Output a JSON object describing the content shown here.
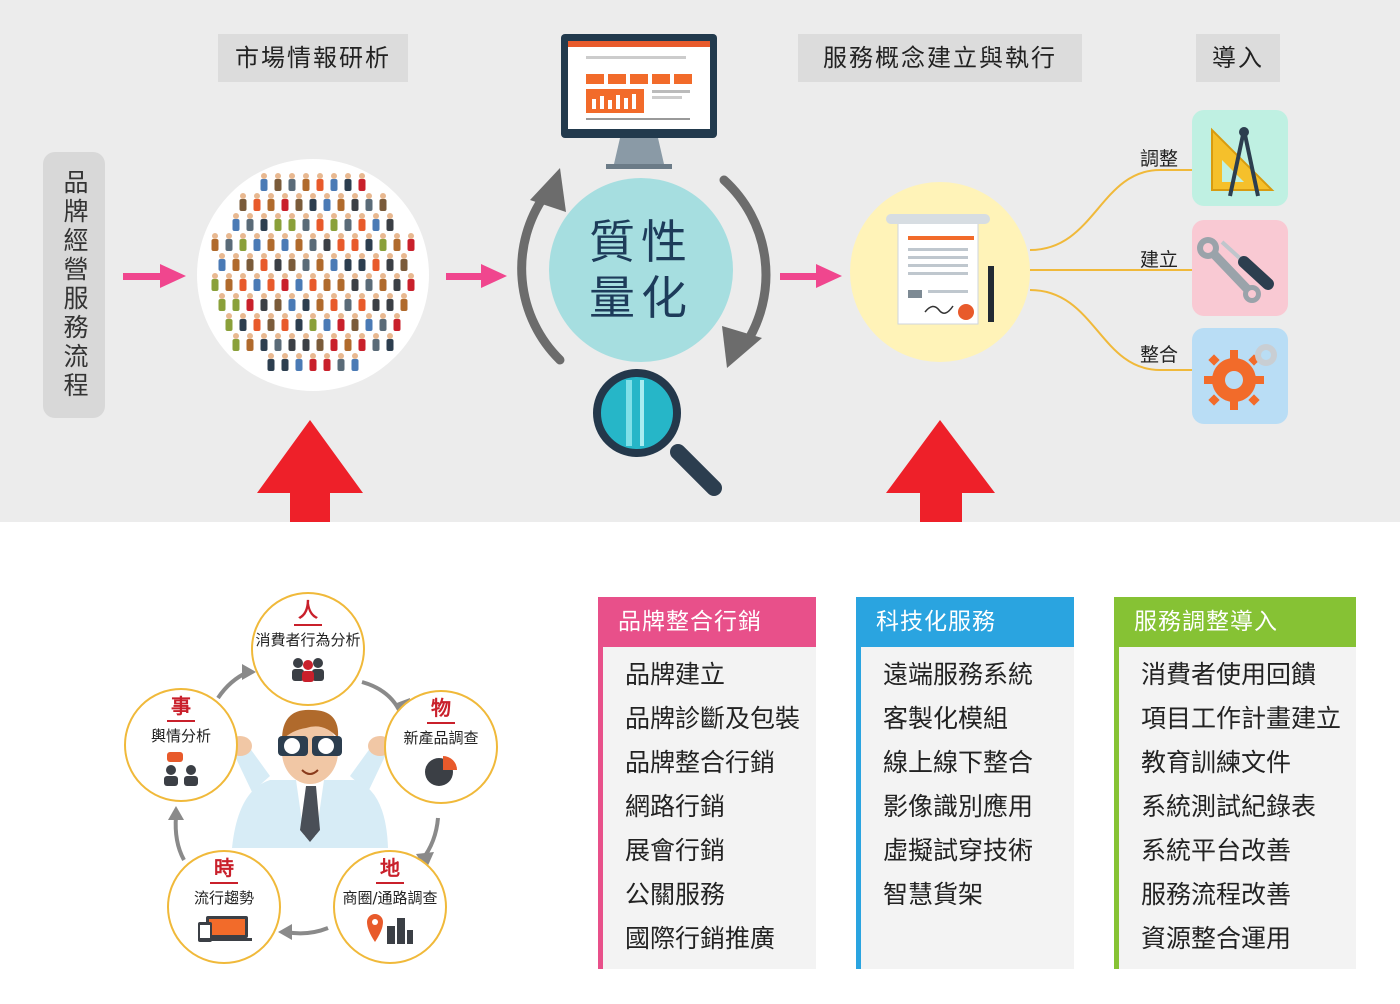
{
  "stages": {
    "market": "市場情報研析",
    "service": "服務概念建立與執行",
    "import": "導入"
  },
  "vertical_label": "品牌經營服務流程",
  "center": {
    "line1": "質性",
    "line2": "量化"
  },
  "branches": [
    "調整",
    "建立",
    "整合"
  ],
  "columns": [
    {
      "title": "品牌整合行銷",
      "color": "#e8508a",
      "items": [
        "品牌建立",
        "品牌診斷及包裝",
        "品牌整合行銷",
        "網路行銷",
        "展會行銷",
        "公關服務",
        "國際行銷推廣"
      ]
    },
    {
      "title": "科技化服務",
      "color": "#2aa4e0",
      "items": [
        "遠端服務系統",
        "客製化模組",
        "線上線下整合",
        "影像識別應用",
        "虛擬試穿技術",
        "智慧貨架"
      ]
    },
    {
      "title": "服務調整導入",
      "color": "#86c234",
      "items": [
        "消費者使用回饋",
        "項目工作計畫建立",
        "教育訓練文件",
        "系統測試紀錄表",
        "系統平台改善",
        "服務流程改善",
        "資源整合運用"
      ]
    }
  ],
  "cycle": {
    "ren": {
      "head": "人",
      "sub": "消費者行為分析"
    },
    "wu": {
      "head": "物",
      "sub": "新產品調查"
    },
    "di": {
      "head": "地",
      "sub": "商圈/通路調查"
    },
    "shi_time": {
      "head": "時",
      "sub": "流行趨勢"
    },
    "shi_event": {
      "head": "事",
      "sub": "輿情分析"
    }
  },
  "colors": {
    "pink_arrow": "#f0468e",
    "red_arrow": "#ee2029",
    "teal_circle": "#a6dee0",
    "cream_circle": "#fff3b8",
    "cycle_border": "#f0b93a",
    "cycle_head": "#c9202b"
  }
}
